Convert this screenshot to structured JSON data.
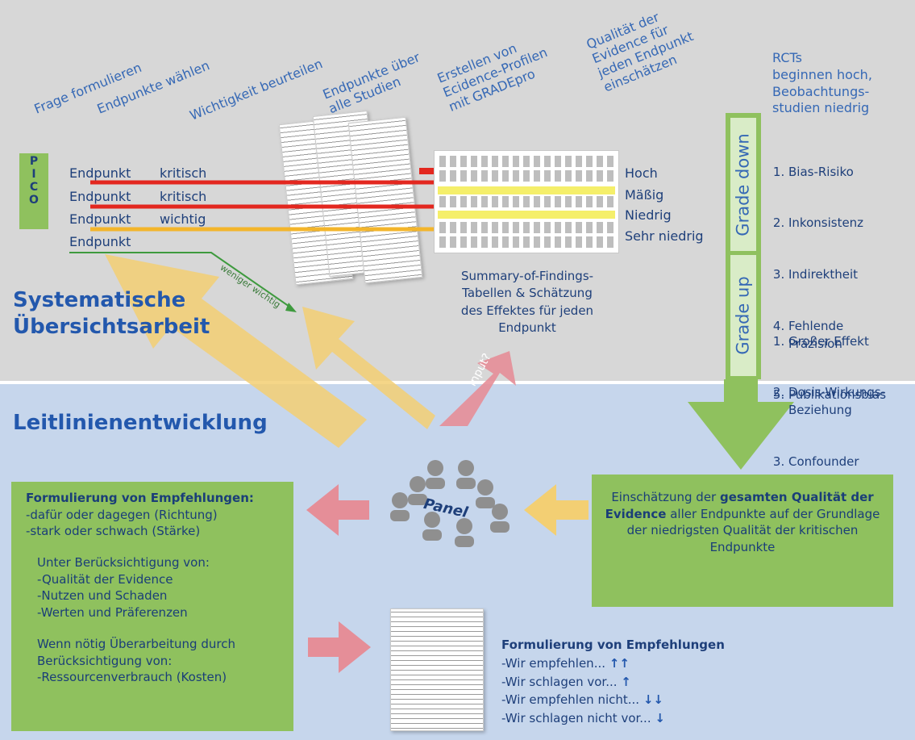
{
  "steps": [
    "Frage formulieren",
    "Endpunkte wählen",
    "Wichtigkeit beurteilen",
    "Endpunkte über\nalle Studien",
    "Erstellen von\nEcidence-Profilen\nmit GRADEpro",
    "Qualität der\nEvidence für\njeden Endpunkt\neinschätzen"
  ],
  "rct_note": "RCTs\nbeginnen hoch,\nBeobachtungs-\nstudien niedrig",
  "pico_letters": [
    "P",
    "I",
    "C",
    "O"
  ],
  "endpoints": [
    {
      "label": "Endpunkt",
      "rating": "kritisch",
      "color": "#e3271f"
    },
    {
      "label": "Endpunkt",
      "rating": "kritisch",
      "color": "#e3271f"
    },
    {
      "label": "Endpunkt",
      "rating": "wichtig",
      "color": "#f3b52b"
    },
    {
      "label": "Endpunkt",
      "rating": "",
      "color": "#3e9a3e"
    }
  ],
  "weniger_wichtig": "weniger wichtig",
  "quality_levels": [
    "Hoch",
    "Mäßig",
    "Niedrig",
    "Sehr niedrig"
  ],
  "sof_caption": "Summary-of-Findings-\nTabellen & Schätzung\ndes Effektes für jeden\nEndpunkt",
  "grade_down": {
    "label": "Grade down",
    "items": [
      "Bias-Risiko",
      "Inkonsistenz",
      "Indirektheit",
      "Fehlende\nPräzision",
      "Publikationsbias"
    ]
  },
  "grade_up": {
    "label": "Grade up",
    "items": [
      "Großer Effekt",
      "Dosis-Wirkungs-\nBeziehung",
      "Confounder"
    ]
  },
  "section_top": "Systematische\nÜbersichtsarbeit",
  "section_bottom": "Leitlinienentwicklung",
  "input_label": "Input?",
  "panel_label": "Panel",
  "overall_quality": {
    "pre": "Einschätzung der ",
    "bold": "gesamten Qualität der Evidence",
    "post": " aller Endpunkte auf der Grundlage\nder niedrigsten Qualität der kritischen Endpunkte"
  },
  "recommend_box": {
    "title": "Formulierung von Empfehlungen:",
    "lines": [
      "-dafür oder dagegen (Richtung)",
      "-stark oder schwach (Stärke)"
    ],
    "consider_title": "Unter Berücksichtigung von:",
    "consider": [
      "-Qualität der Evidence",
      "-Nutzen und Schaden",
      "-Werten und Präferenzen"
    ],
    "revise_title": "Wenn nötig Überarbeitung durch\nBerücksichtigung von:",
    "revise": [
      "-Ressourcenverbrauch (Kosten)"
    ]
  },
  "recommend_phrases": {
    "title": "Formulierung von Empfehlungen",
    "items": [
      {
        "text": "-Wir empfehlen...",
        "symbol": "↑↑"
      },
      {
        "text": "-Wir schlagen vor...",
        "symbol": "↑"
      },
      {
        "text": "-Wir empfehlen nicht...",
        "symbol": "↓↓"
      },
      {
        "text": "-Wir schlagen nicht vor...",
        "symbol": "↓"
      }
    ]
  },
  "colors": {
    "green": "#8fc15e",
    "blue_text": "#3568b5",
    "red": "#e3271f",
    "yellow": "#f3b52b",
    "pink_arrow": "#e58e98",
    "yellow_arrow": "#f3cf73"
  }
}
